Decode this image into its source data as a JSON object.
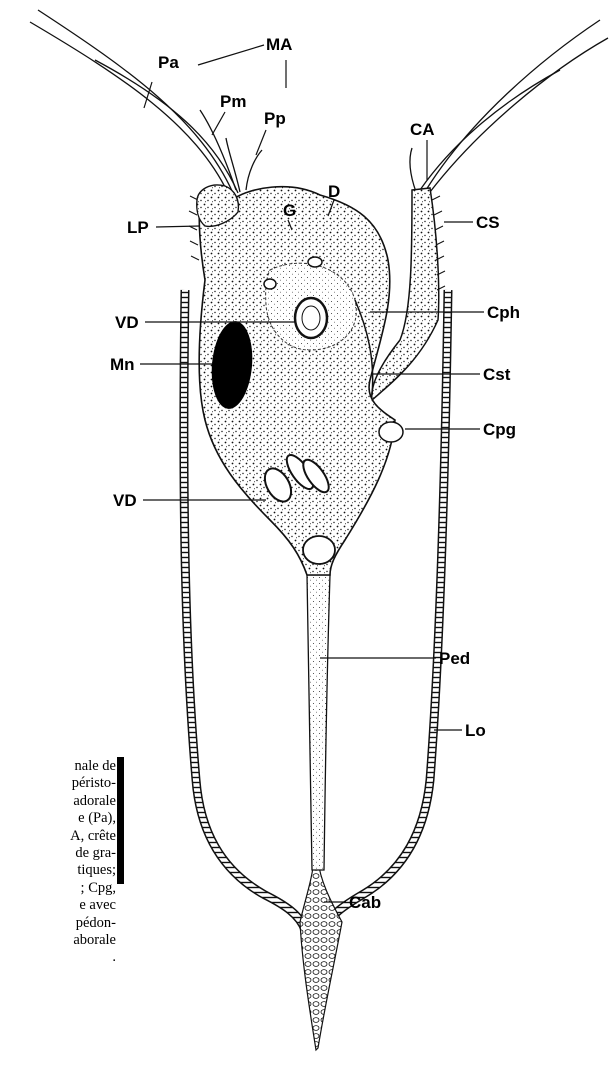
{
  "labels": {
    "Pa": "Pa",
    "MA": "MA",
    "Pm": "Pm",
    "Pp": "Pp",
    "CA": "CA",
    "G": "G",
    "D": "D",
    "LP": "LP",
    "CS": "CS",
    "VD_upper": "VD",
    "Cph": "Cph",
    "Mn": "Mn",
    "Cst": "Cst",
    "Cpg": "Cpg",
    "VD_lower": "VD",
    "Ped": "Ped",
    "Lo": "Lo",
    "Cab": "Cab"
  },
  "caption_lines": [
    "nale de",
    "péristo-",
    "adorale",
    "e (Pa),",
    "A, crête",
    "de gra-",
    "tiques;",
    "; Cpg,",
    "e avec",
    "pédon-",
    "aborale",
    "."
  ]
}
